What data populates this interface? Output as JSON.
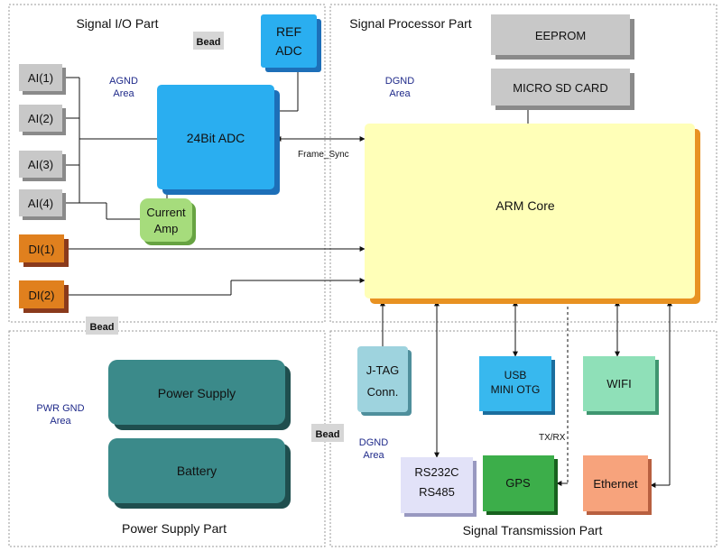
{
  "sections": {
    "signal_io": "Signal I/O Part",
    "signal_processor": "Signal Processor Part",
    "power_supply": "Power Supply Part",
    "signal_transmission": "Signal Transmission Part"
  },
  "areas": {
    "agnd": [
      "AGND",
      "Area"
    ],
    "dgnd_top": [
      "DGND",
      "Area"
    ],
    "pwr_gnd": [
      "PWR GND",
      "Area"
    ],
    "dgnd_bottom": [
      "DGND",
      "Area"
    ]
  },
  "beads": {
    "top": "Bead",
    "left": "Bead",
    "middle": "Bead"
  },
  "blocks": {
    "ai1": "AI(1)",
    "ai2": "AI(2)",
    "ai3": "AI(3)",
    "ai4": "AI(4)",
    "di1": "DI(1)",
    "di2": "DI(2)",
    "ref_adc": [
      "REF",
      "ADC"
    ],
    "adc": "24Bit ADC",
    "current_amp": [
      "Current",
      "Amp"
    ],
    "eeprom": "EEPROM",
    "sd_card": "MICRO SD CARD",
    "arm_core": "ARM Core",
    "power_supply": "Power Supply",
    "battery": "Battery",
    "jtag": [
      "J-TAG",
      "Conn."
    ],
    "usb": [
      "USB",
      "MINI OTG"
    ],
    "wifi": "WIFI",
    "rs": [
      "RS232C",
      "RS485"
    ],
    "gps": "GPS",
    "ethernet": "Ethernet"
  },
  "labels": {
    "frame_sync": "Frame_Sync",
    "txrx": "TX/RX"
  },
  "colors": {
    "gray": "#c8c8c8",
    "gray_dark": "#8a8a8a",
    "orange": "#e0801e",
    "orange_dark": "#8a3a1c",
    "blue": "#2aaef0",
    "blue_dark": "#1d6fb8",
    "green": "#a6dc7c",
    "green_dark": "#67a342",
    "yellow": "#ffffb8",
    "yellow_dark": "#e89222",
    "teal": "#3b8a8a",
    "teal_dark": "#1f4e4e",
    "lightblue": "#9ed3de",
    "lightblue_dark": "#4f8f9c",
    "cyan": "#38b8ee",
    "cyan_dark": "#1b6e9e",
    "mint": "#8fe0b8",
    "mint_dark": "#3f9670",
    "lavender": "#e2e2f8",
    "lavender_dark": "#9898c0",
    "green2": "#3cae4a",
    "green2_dark": "#17621e",
    "salmon": "#f7a37c",
    "salmon_dark": "#b86040",
    "area_text": "#1f2a8a"
  }
}
